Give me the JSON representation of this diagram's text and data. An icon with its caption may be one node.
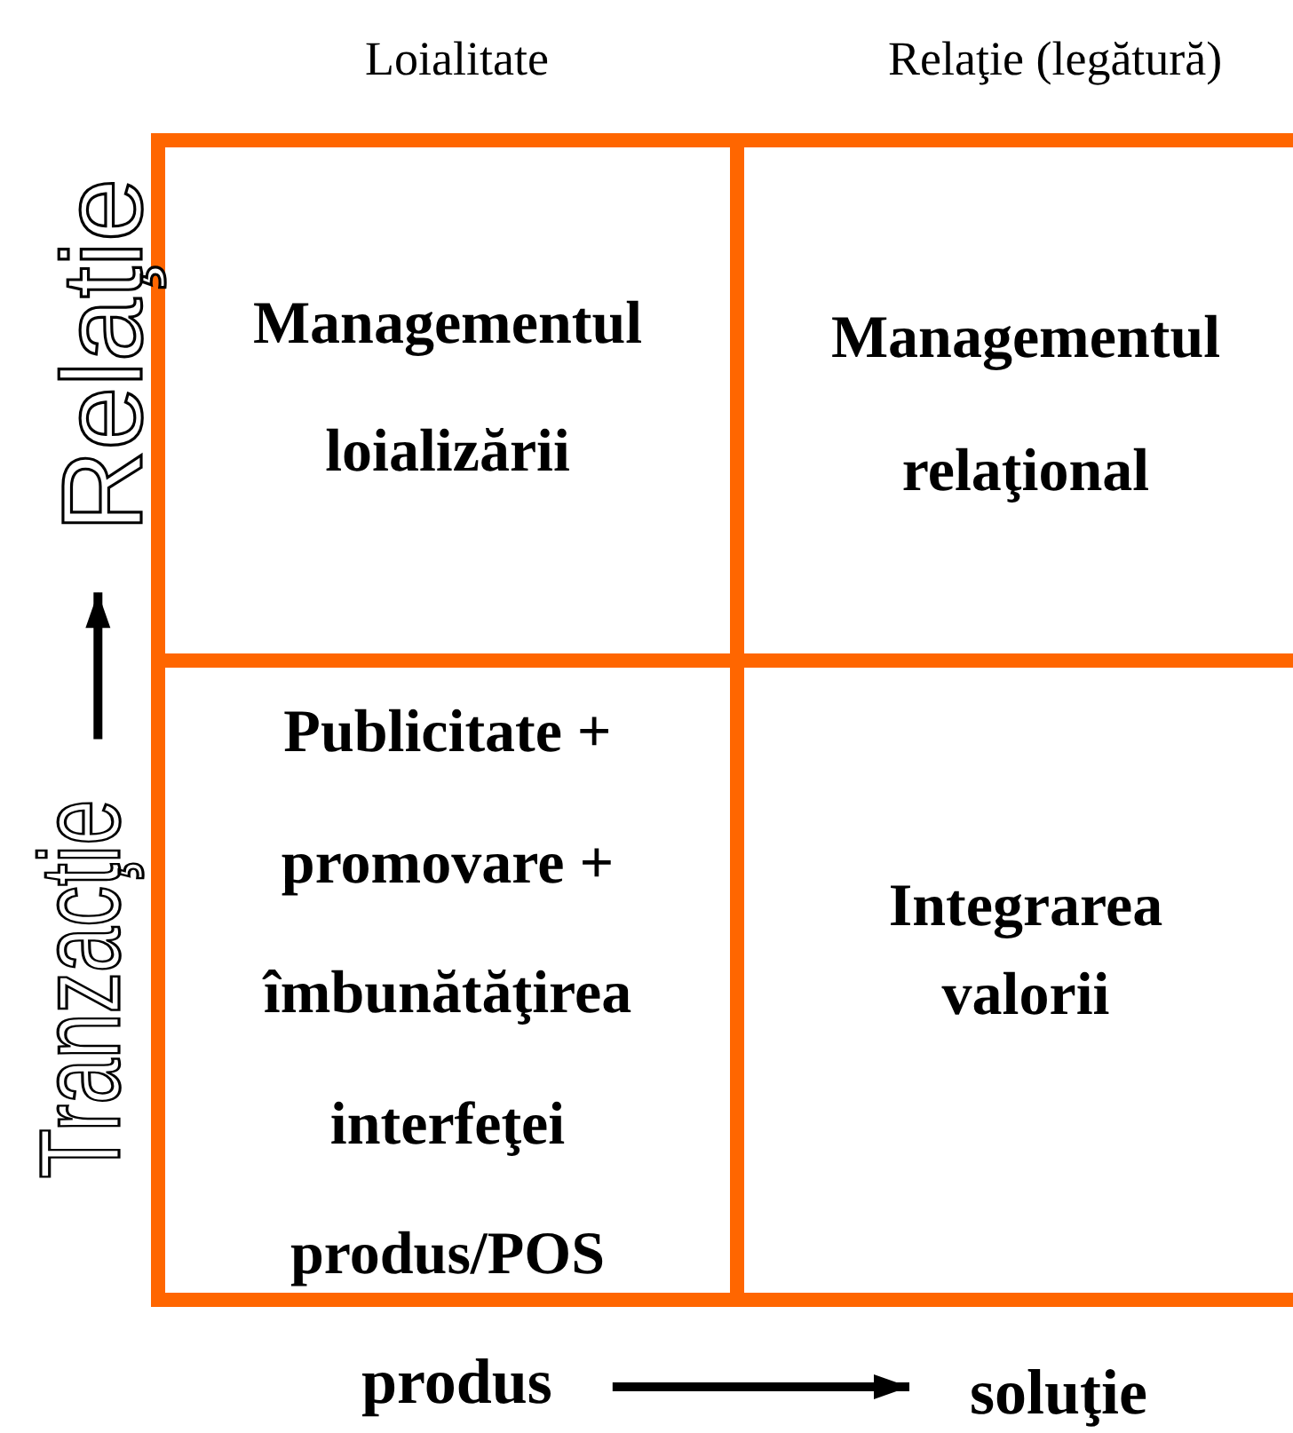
{
  "diagram": {
    "nodes": [
      {
        "text": [
          "Managementul loializării"
        ]
      },
      {
        "text": [
          "Managementul relaţional"
        ]
      },
      {
        "text": [
          "Publicitate + promovare + îmbunătăţirea interfeţei produs/POS"
        ]
      },
      {
        "text": [
          "Integrarea valorii"
        ]
      },
      {
        "text": [
          "Relaţie"
        ]
      },
      {
        "text": [
          "Tranzacţie"
        ]
      },
      {
        "text": [
          "produs"
        ]
      },
      {
        "text": [
          "soluţie"
        ]
      }
    ],
    "edges": [
      {
        "from": 5,
        "to": 4,
        "arrow": "to"
      },
      {
        "from": 6,
        "to": 7,
        "arrow": "to"
      }
    ],
    "labels": [
      "Loialitate",
      "Relaţie (legătură)"
    ]
  }
}
